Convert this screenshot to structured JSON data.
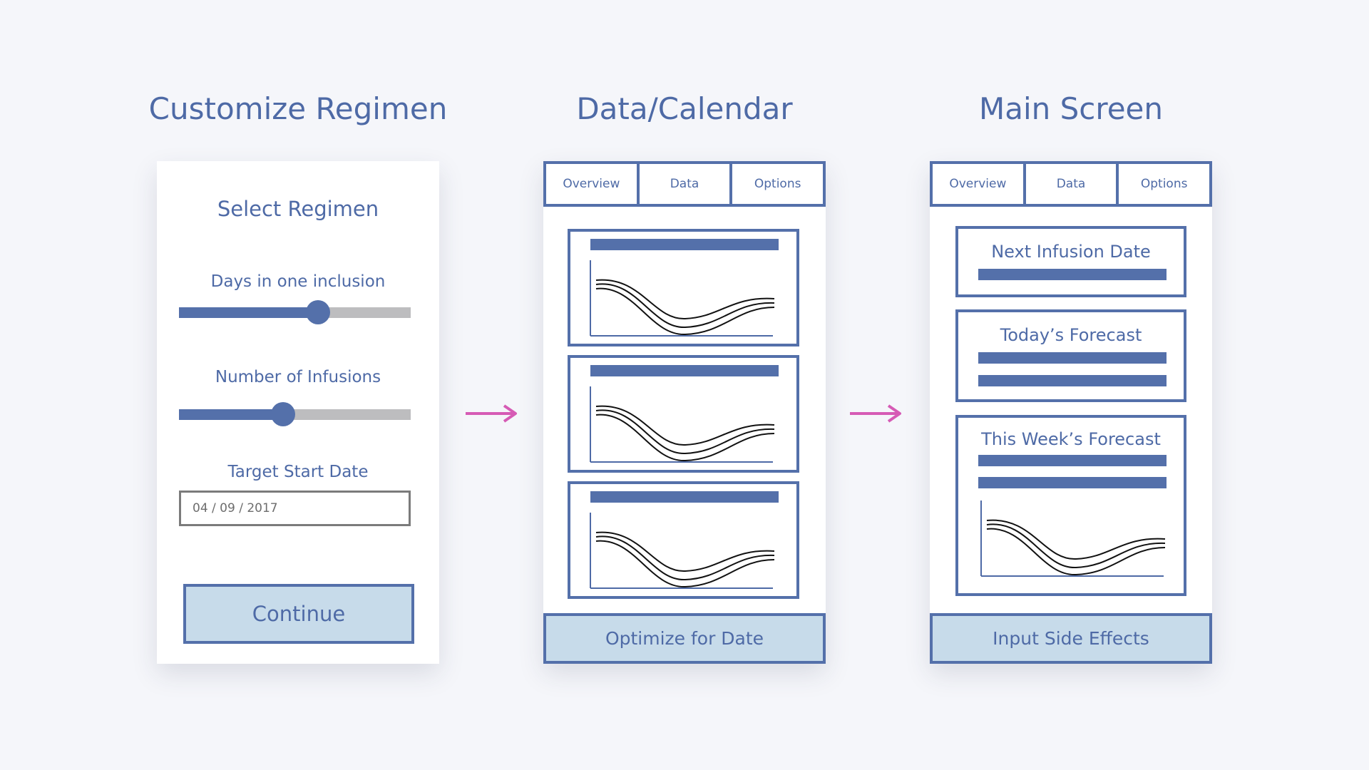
{
  "columns": {
    "customize": {
      "title": "Customize Regimen"
    },
    "data": {
      "title": "Data/Calendar"
    },
    "main": {
      "title": "Main Screen"
    }
  },
  "customize_screen": {
    "heading": "Select Regimen",
    "days_label": "Days in one inclusion",
    "days_slider_fraction": 0.6,
    "infusions_label": "Number of Infusions",
    "infusions_slider_fraction": 0.45,
    "date_label": "Target Start Date",
    "date_value": "04 / 09 / 2017",
    "continue_label": "Continue"
  },
  "tabs": [
    "Overview",
    "Data",
    "Options"
  ],
  "data_screen": {
    "bottom_button": "Optimize for Date"
  },
  "main_screen": {
    "next_infusion": "Next Infusion Date",
    "today_forecast": "Today’s Forecast",
    "week_forecast": "This Week’s Forecast",
    "bottom_button": "Input Side Effects"
  },
  "colors": {
    "accent": "#5470aa",
    "text": "#4e6aa6",
    "button_fill": "#c7dbea",
    "arrow": "#d65bb5",
    "background": "#f5f6fa"
  }
}
